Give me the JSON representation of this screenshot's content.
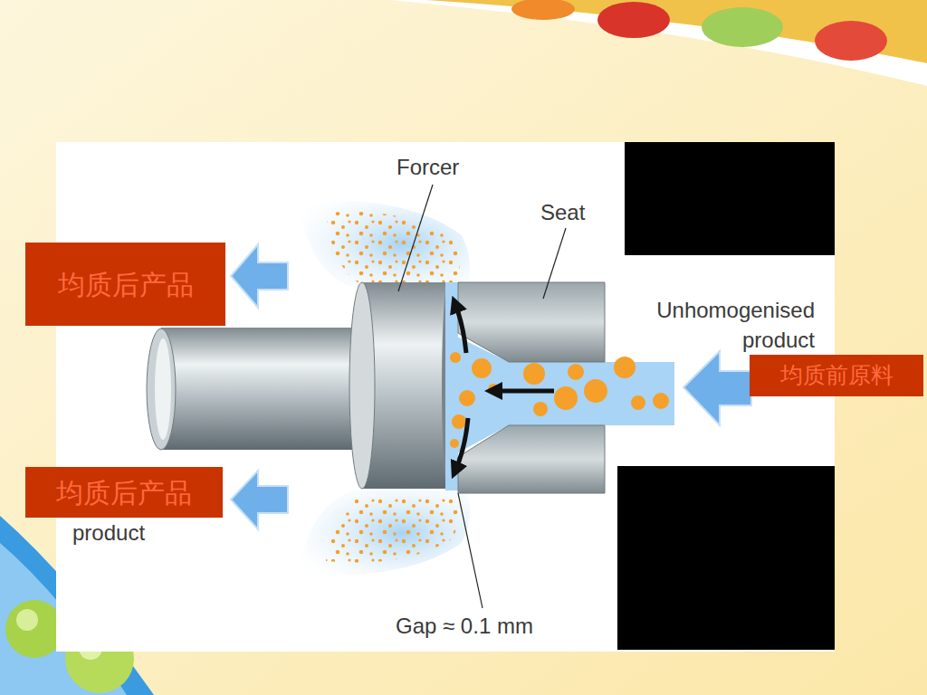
{
  "diagram": {
    "nodes": [
      {
        "text": [
          "均质后产品"
        ]
      },
      {
        "text": [
          "均质后产品"
        ]
      },
      {
        "text": [
          "均质前原料"
        ]
      }
    ],
    "labels": [
      "Forcer",
      "Seat",
      "Unhomogenised product",
      "Gap ≈ 0.1 mm",
      "product"
    ]
  }
}
